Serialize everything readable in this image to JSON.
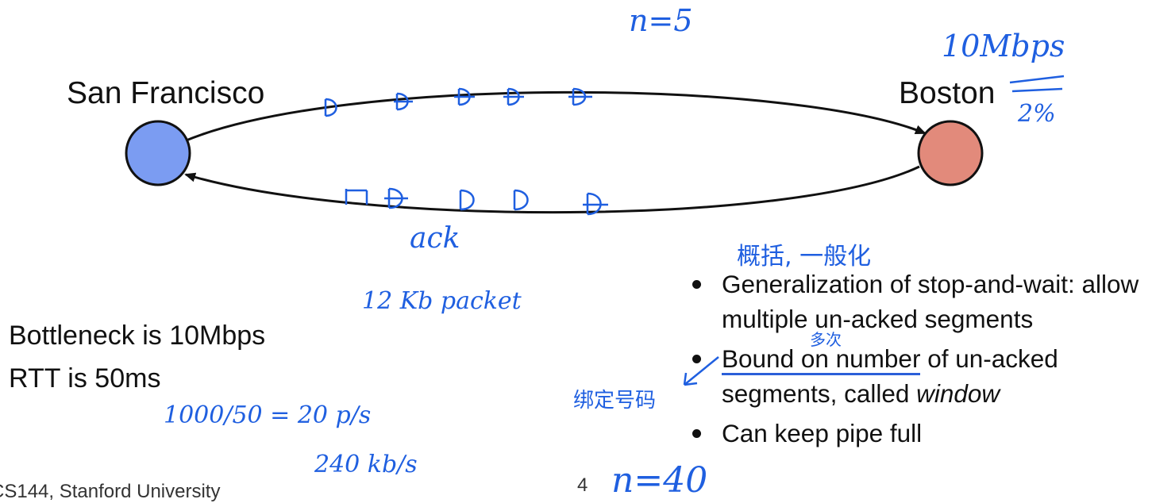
{
  "nodes": {
    "left_label": "San Francisco",
    "right_label": "Boston",
    "left_color": "#7b9cf2",
    "right_color": "#e28a7b"
  },
  "stats": {
    "line1": "Bottleneck is 10Mbps",
    "line2": "RTT is 50ms"
  },
  "bullets": [
    {
      "text": "Generalization of stop-and-wait: allow multiple un-acked segments"
    },
    {
      "underlined": "Bound on number",
      "rest": " of un-acked segments, called ",
      "italic": "window"
    },
    {
      "text": "Can keep pipe full"
    }
  ],
  "footer": {
    "course": "CS144, Stanford University",
    "page_number": "4"
  },
  "handwriting": {
    "n5": "n=5",
    "rate": "10Mbps",
    "percent": "2%",
    "ack": "ack",
    "packet_size": "12 Kb packet",
    "calc": "1000/50 = 20 p/s",
    "kbps": "240 kb/s",
    "n40": "n=40",
    "zh_generalize": "概括, 一般化",
    "zh_multiple": "多次",
    "zh_bound": "绑定号码",
    "accent_color": "#1f5fe0"
  }
}
